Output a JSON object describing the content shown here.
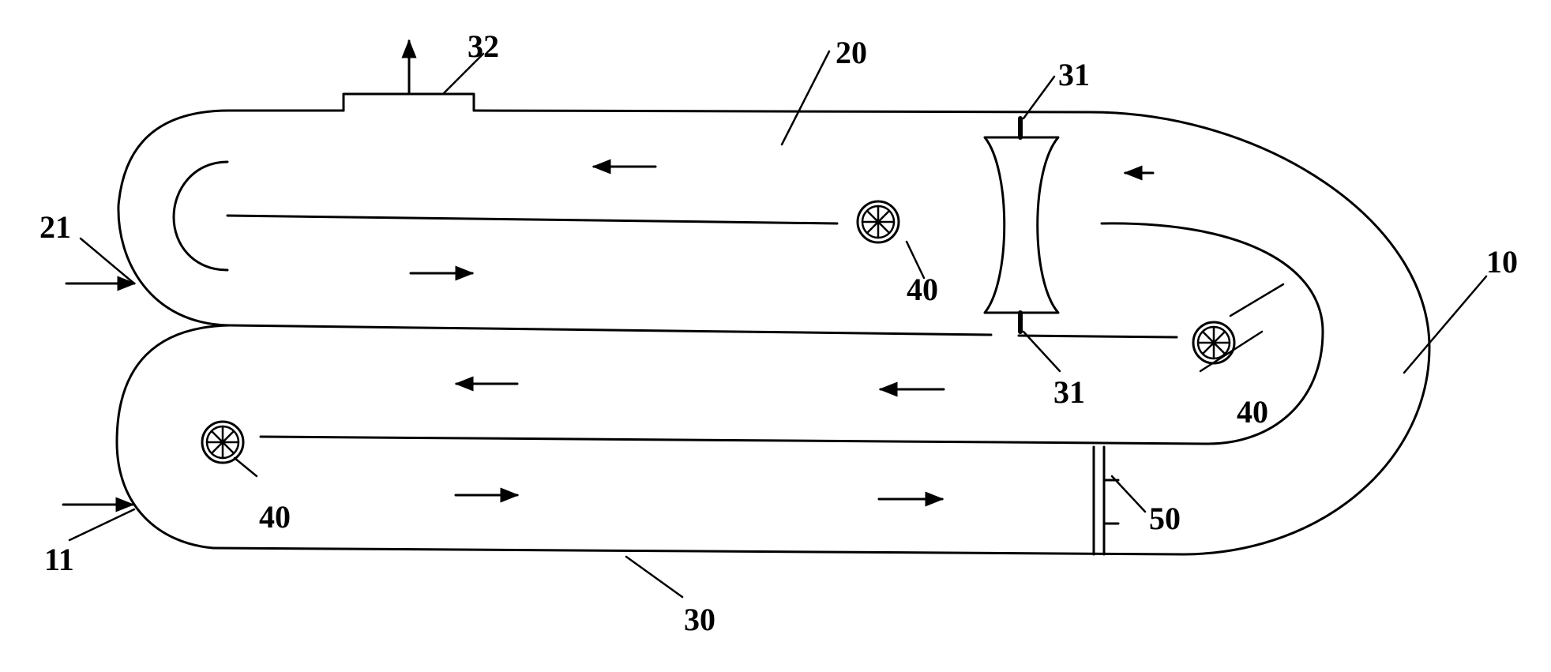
{
  "labels": {
    "l10": "10",
    "l11": "11",
    "l20": "20",
    "l21": "21",
    "l30": "30",
    "l31_top": "31",
    "l31_bottom": "31",
    "l32": "32",
    "l40_a": "40",
    "l40_b": "40",
    "l40_c": "40",
    "l50": "50"
  },
  "colors": {
    "stroke": "#000000",
    "background": "#ffffff"
  },
  "icons": {
    "impeller": "wheel-with-spokes-icon",
    "flow": "arrow-icon"
  }
}
